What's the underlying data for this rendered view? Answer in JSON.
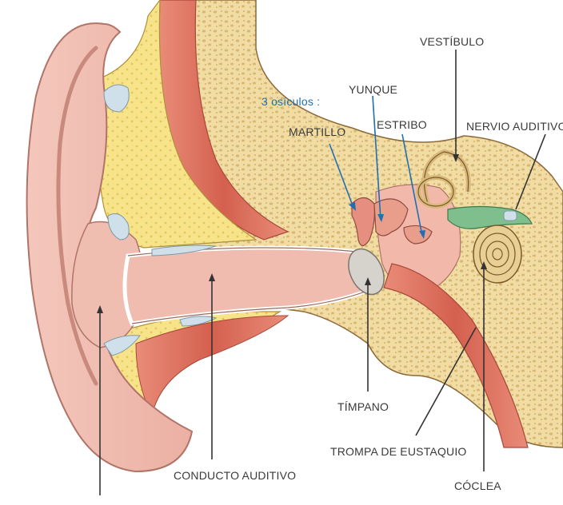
{
  "diagram": {
    "labels": {
      "osiculos": "3 osículos :",
      "yunque": "YUNQUE",
      "martillo": "MARTILLO",
      "estribo": "ESTRIBO",
      "vestibulo": "VESTÍBULO",
      "nervio_auditivo": "NERVIO AUDITIVO",
      "timpano": "TÍMPANO",
      "trompa": "TROMPA DE EUSTAQUIO",
      "coclea": "CÓCLEA",
      "conducto": "CONDUCTO AUDITIVO"
    },
    "colors": {
      "skin": "#efb9ad",
      "skin_dark": "#d98f85",
      "bone": "#f2dfa8",
      "bone_spot": "#d9b975",
      "cartilage": "#f7e58c",
      "muscle": "#e07a68",
      "membrane": "#cfcfcf",
      "pointer_dark": "#333333",
      "pointer_blue": "#1f6fb2"
    }
  }
}
